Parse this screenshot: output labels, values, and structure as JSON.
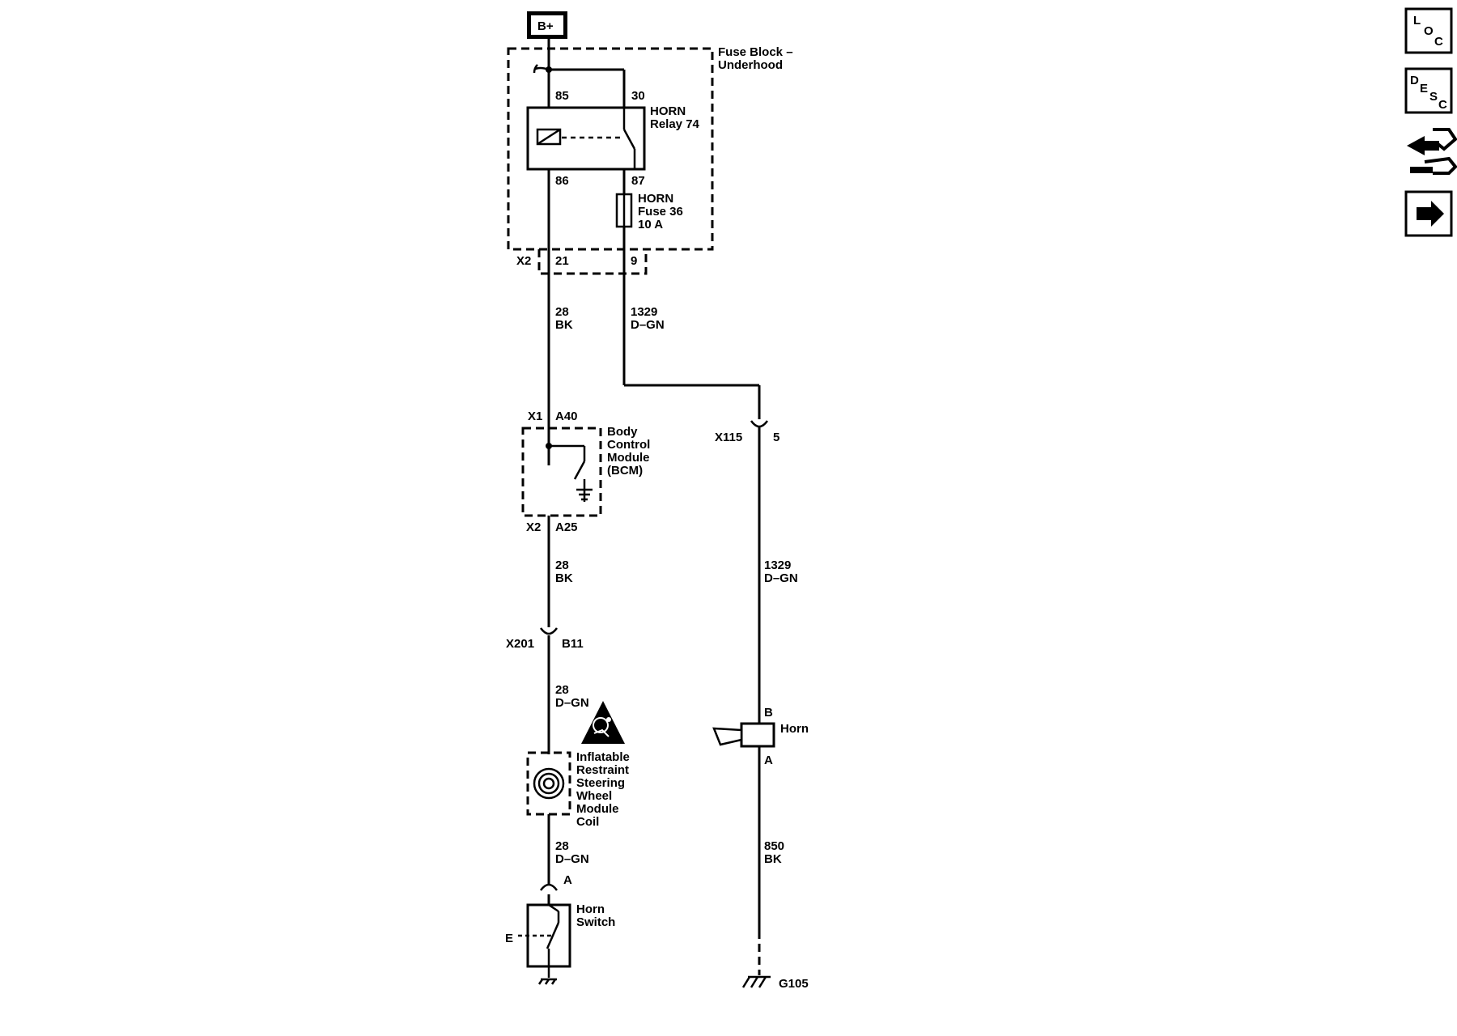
{
  "source": {
    "label": "B+"
  },
  "fuse_block": {
    "line1": "Fuse Block –",
    "line2": "Underhood"
  },
  "relay": {
    "name": "HORN",
    "id": "Relay 74",
    "pin85": "85",
    "pin30": "30",
    "pin86": "86",
    "pin87": "87"
  },
  "fuse": {
    "name": "HORN",
    "id": "Fuse 36",
    "rating": "10 A"
  },
  "x2_top": {
    "connector": "X2",
    "pin_left": "21",
    "pin_right": "9"
  },
  "wire_bk_1": {
    "circuit": "28",
    "color": "BK"
  },
  "wire_dgn_1": {
    "circuit": "1329",
    "color": "D–GN"
  },
  "bcm": {
    "x1": "X1",
    "a40": "A40",
    "x2": "X2",
    "a25": "A25",
    "line1": "Body",
    "line2": "Control",
    "line3": "Module",
    "line4": "(BCM)"
  },
  "x115": {
    "connector": "X115",
    "pin": "5"
  },
  "wire_bk_2": {
    "circuit": "28",
    "color": "BK"
  },
  "wire_dgn_2": {
    "circuit": "1329",
    "color": "D–GN"
  },
  "x201": {
    "connector": "X201",
    "pin": "B11"
  },
  "wire_dgn_3": {
    "circuit": "28",
    "color": "D–GN"
  },
  "coil": {
    "line1": "Inflatable",
    "line2": "Restraint",
    "line3": "Steering",
    "line4": "Wheel",
    "line5": "Module",
    "line6": "Coil"
  },
  "wire_dgn_4": {
    "circuit": "28",
    "color": "D–GN"
  },
  "horn_switch": {
    "pin": "A",
    "line1": "Horn",
    "line2": "Switch",
    "e_mark": "E"
  },
  "horn": {
    "pin_b": "B",
    "label": "Horn",
    "pin_a": "A"
  },
  "wire_bk_3": {
    "circuit": "850",
    "color": "BK"
  },
  "ground": {
    "label": "G105"
  },
  "sidebar": {
    "loc": {
      "l": "L",
      "o": "O",
      "c": "C",
      "icon": "loc-icon"
    },
    "desc": {
      "d": "D",
      "e": "E",
      "s": "S",
      "c": "C",
      "icon": "desc-icon"
    },
    "schematic_icon": "connector-pinout-icon",
    "next_icon": "arrow-right-icon"
  }
}
